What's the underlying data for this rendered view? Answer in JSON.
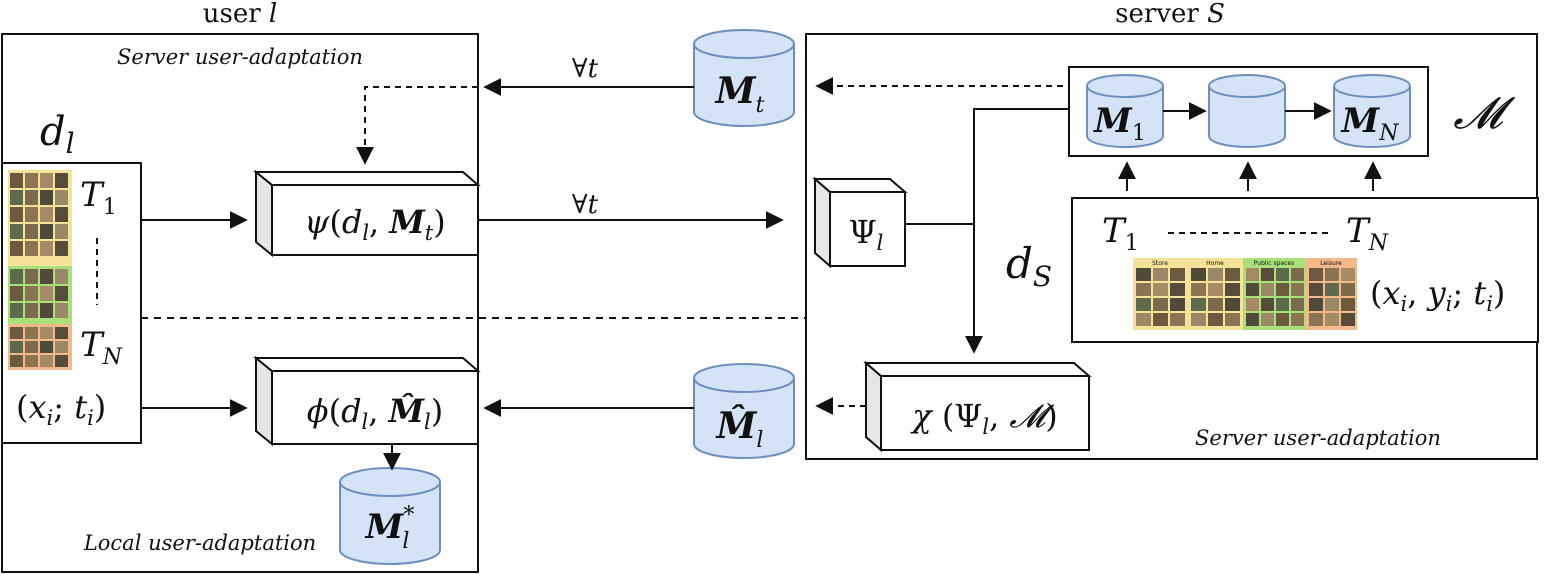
{
  "colors": {
    "cylinder_fill": "#d4e3f5",
    "cylinder_stroke": "#6d8fbf",
    "box_stroke": "#111111",
    "box_side": "#e6e6e6",
    "thumb_yellow": "#f5e39a",
    "thumb_green": "#a9e07a",
    "thumb_orange": "#f3b98a"
  },
  "user": {
    "title": "user l",
    "server_adaptation_label": "Server user-adaptation",
    "local_adaptation_label": "Local user-adaptation",
    "dataset_label": "d_l",
    "dataset_T1": "T_1",
    "dataset_TN": "T_N",
    "dataset_sample": "(x_i; t_i)",
    "psi_box": "ψ(d_l, M_t)",
    "phi_box": "φ(d_l, M̂_l)",
    "local_model": "M*_l"
  },
  "middle": {
    "model_t": "M_t",
    "model_hat": "M̂_l",
    "forall_top": "∀t",
    "forall_mid": "∀t"
  },
  "server": {
    "title": "server S",
    "adaptation_label": "Server user-adaptation",
    "models": [
      "M_1",
      "",
      "M_N"
    ],
    "model_set": "𝓜",
    "psi_cap": "Ψ_l",
    "chi_box": "χ (Ψ_l, 𝓜)",
    "dataset_label": "d_S",
    "dataset_T1": "T_1",
    "dataset_TN": "T_N",
    "dataset_sample": "(x_i, y_i; t_i)",
    "strip_headers": [
      "Store",
      "Home",
      "Public spaces",
      "Leisure"
    ]
  }
}
